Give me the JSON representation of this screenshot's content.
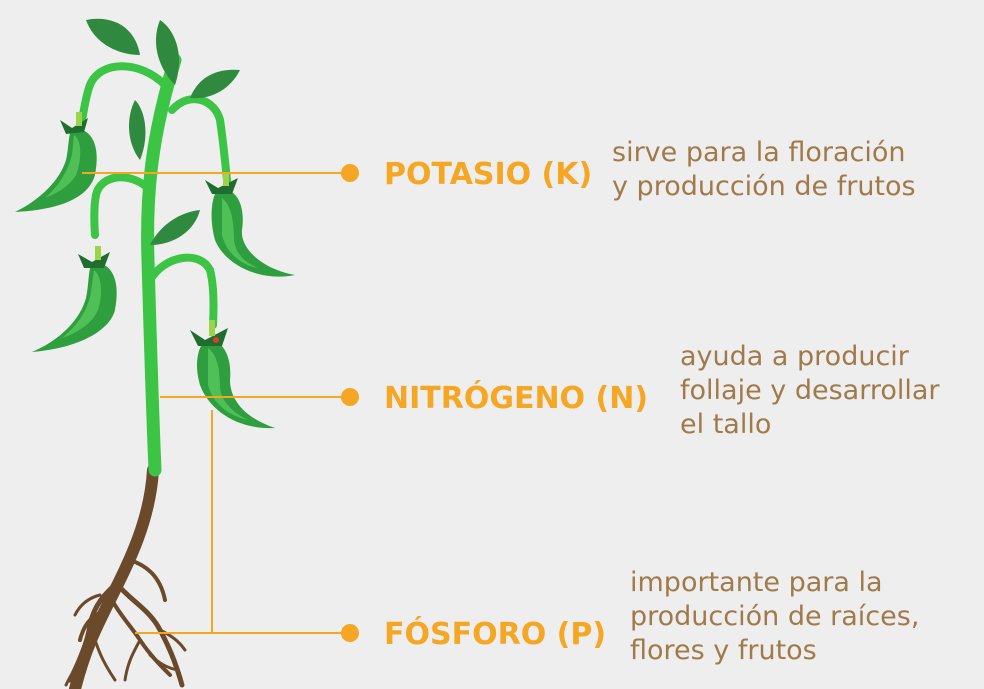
{
  "colors": {
    "background": "#eeeeee",
    "accent": "#f5a623",
    "description_text": "#a07a4a",
    "stem": "#3cc444",
    "pepper": "#2e9e3e",
    "leaf": "#2f8a3f",
    "root": "#6b4a2b"
  },
  "nutrients": [
    {
      "name": "POTASIO (K)",
      "description_lines": [
        "sirve para la floración",
        "y producción de frutos"
      ]
    },
    {
      "name": "NITRÓGENO (N)",
      "description_lines": [
        "ayuda a producir",
        "follaje y desarrollar",
        "el tallo"
      ]
    },
    {
      "name": "FÓSFORO (P)",
      "description_lines": [
        "importante para la",
        "producción de raíces,",
        "flores y frutos"
      ]
    }
  ],
  "illustration": {
    "subject": "chili-pepper-plant",
    "icons": [
      "leaf-icon",
      "pepper-icon",
      "root-icon"
    ]
  }
}
